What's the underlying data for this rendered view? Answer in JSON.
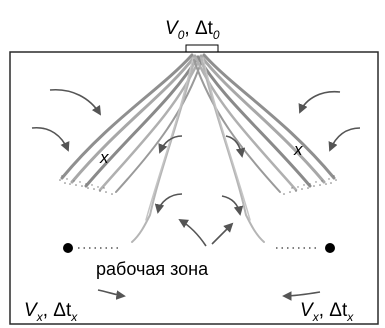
{
  "labels": {
    "top_v": "V",
    "top_v_sub": "0",
    "top_sep": ", ",
    "top_dt": "Δt",
    "top_dt_sub": "0",
    "work_zone": "рабочая зона",
    "left_v": "V",
    "left_v_sub": "x",
    "left_sep": ", ",
    "left_dt": "Δt",
    "left_dt_sub": "x",
    "right_v": "V",
    "right_v_sub": "x",
    "right_sep": ", ",
    "right_dt": "Δt",
    "right_dt_sub": "x",
    "mark_left": "x",
    "mark_right": "x"
  },
  "colors": {
    "frame": "#2a2a2a",
    "jet": "#9a9a9a",
    "jet_dark": "#6a6a6a",
    "arrow": "#555555",
    "dot": "#000000"
  }
}
